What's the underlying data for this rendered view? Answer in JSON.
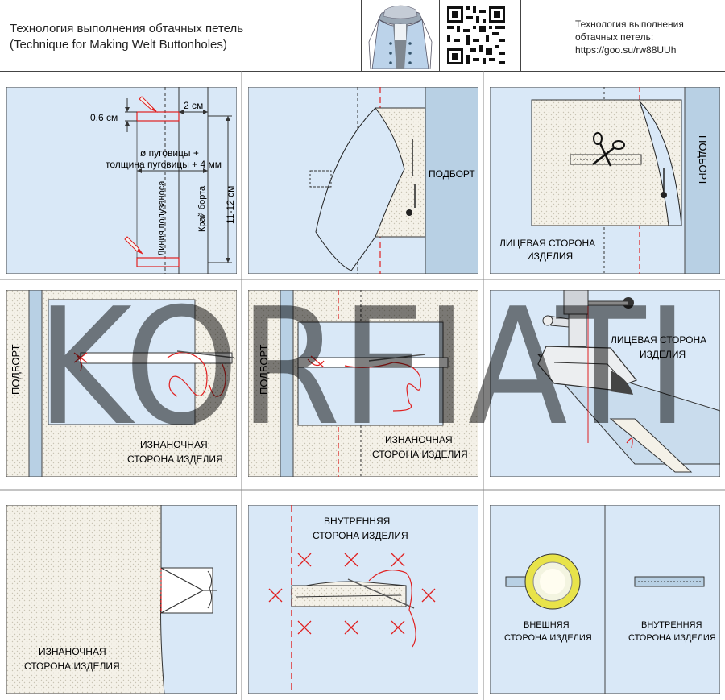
{
  "header": {
    "title_ru": "Технология выполнения обтачных петель",
    "title_en": "(Technique for Making Welt Buttonholes)",
    "link_title": "Технология выполнения обтачных петель:",
    "link_url": "https://goo.su/rw88UUh"
  },
  "panel1": {
    "dim_height": "0,6 см",
    "dim_width": "2 см",
    "button_formula_1": "ø пуговицы +",
    "button_formula_2": "толщина пуговицы + 4 мм",
    "label_overlap": "Линия полузаноса",
    "label_edge": "Край борта",
    "dim_length": "11-12 см"
  },
  "panel2": {
    "label_facing": "ПОДБОРТ"
  },
  "panel3": {
    "label_facing": "ПОДБОРТ",
    "label_side_1": "ЛИЦЕВАЯ СТОРОНА",
    "label_side_2": "ИЗДЕЛИЯ"
  },
  "panel4": {
    "label_facing": "ПОДБОРТ",
    "label_side_1": "ИЗНАНОЧНАЯ",
    "label_side_2": "СТОРОНА ИЗДЕЛИЯ"
  },
  "panel5": {
    "label_facing": "ПОДБОРТ",
    "label_side_1": "ИЗНАНОЧНАЯ",
    "label_side_2": "СТОРОНА ИЗДЕЛИЯ"
  },
  "panel6": {
    "label_side_1": "ЛИЦЕВАЯ СТОРОНА",
    "label_side_2": "ИЗДЕЛИЯ"
  },
  "panel7": {
    "label_side_1": "ИЗНАНОЧНАЯ",
    "label_side_2": "СТОРОНА ИЗДЕЛИЯ"
  },
  "panel8": {
    "label_side_1": "ВНУТРЕННЯЯ",
    "label_side_2": "СТОРОНА ИЗДЕЛИЯ"
  },
  "panel9": {
    "label_outer_1": "ВНЕШНЯЯ",
    "label_outer_2": "СТОРОНА ИЗДЕЛИЯ",
    "label_inner_1": "ВНУТРЕННЯЯ",
    "label_inner_2": "СТОРОНА ИЗДЕЛИЯ"
  },
  "watermark": "KORFIATI",
  "colors": {
    "fabric_blue": "#d9e8f7",
    "facing_blue": "#b8d0e4",
    "dots_bg": "#f4f1e8",
    "red": "#e02020",
    "line": "#222222"
  }
}
